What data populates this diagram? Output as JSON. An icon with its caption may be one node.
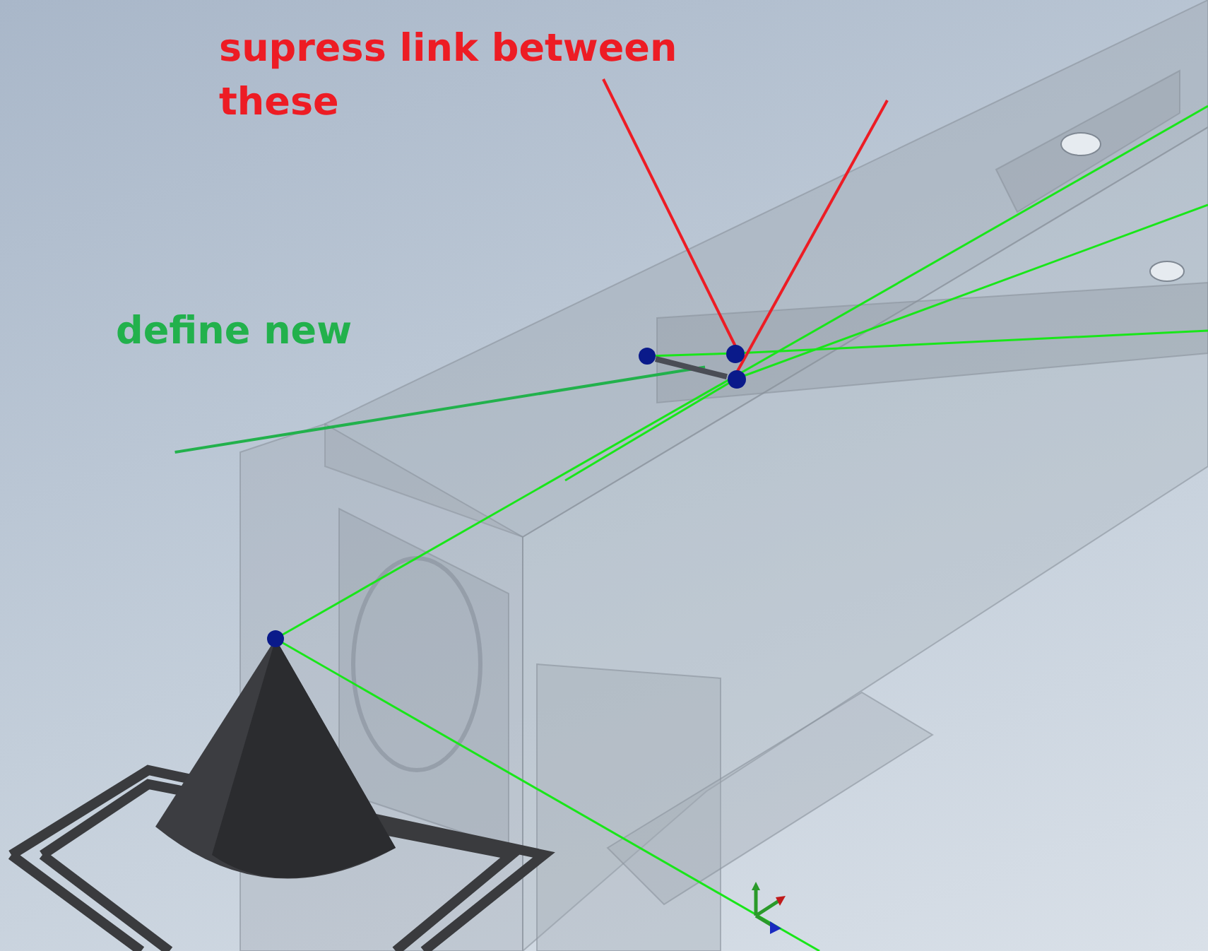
{
  "diagram": {
    "nodes": [
      {
        "text": [
          "supress link between these"
        ]
      },
      {
        "text": [],
        "shape": "circle"
      },
      {
        "text": [],
        "shape": "circle"
      },
      {
        "text": [
          "define new"
        ]
      },
      {
        "text": [],
        "shape": "bar"
      }
    ],
    "edges": [
      {
        "from": 0,
        "to": 1,
        "arrow": "none",
        "color": "#ed1c24"
      },
      {
        "from": null,
        "to": 2,
        "arrow": "none",
        "color": "#ed1c24"
      },
      {
        "from": 3,
        "to": 4,
        "arrow": "none",
        "color": "#22b14c"
      }
    ]
  }
}
